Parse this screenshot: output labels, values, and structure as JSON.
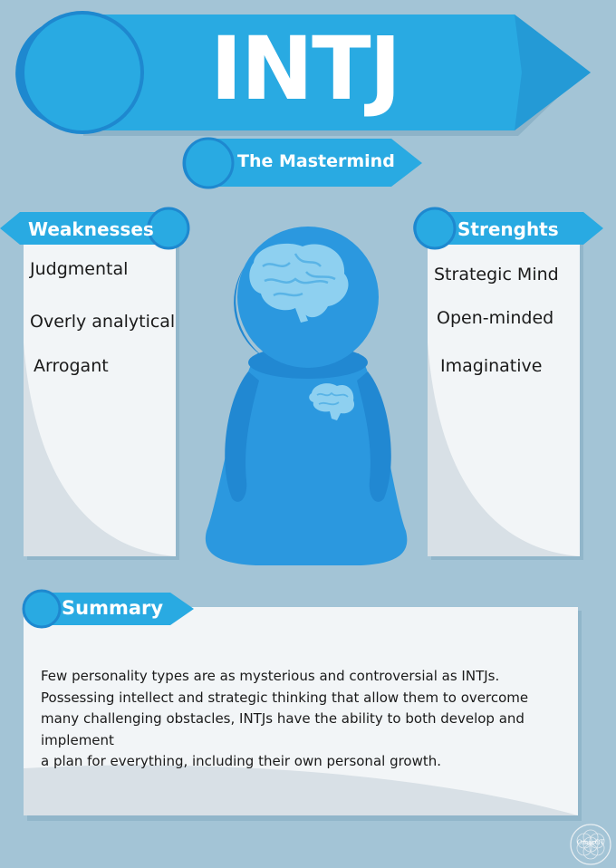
{
  "header": {
    "title": "INTJ",
    "subtitle": "The Mastermind"
  },
  "weaknesses": {
    "heading": "Weaknesses",
    "items": [
      "Judgmental",
      "Overly analytical",
      "Arrogant"
    ]
  },
  "strengths": {
    "heading": "Strenghts",
    "items": [
      "Strategic Mind",
      "Open-minded",
      "Imaginative"
    ]
  },
  "summary": {
    "heading": "Summary",
    "lines": [
      "Few personality types are as mysterious and controversial as INTJs.",
      "Possessing intellect and strategic thinking that allow them to overcome",
      "many challenging obstacles, INTJs have the ability to both develop and implement",
      "a plan for everything, including their own personal growth."
    ]
  },
  "watermark": {
    "text": "OmarGT"
  },
  "colors": {
    "background": "#a3c4d6",
    "banner_blue": "#29aae2",
    "banner_dark": "#1e88cf",
    "panel": "#f2f5f7",
    "figure_blue": "#2b98df",
    "brain": "#8ed0f0"
  }
}
